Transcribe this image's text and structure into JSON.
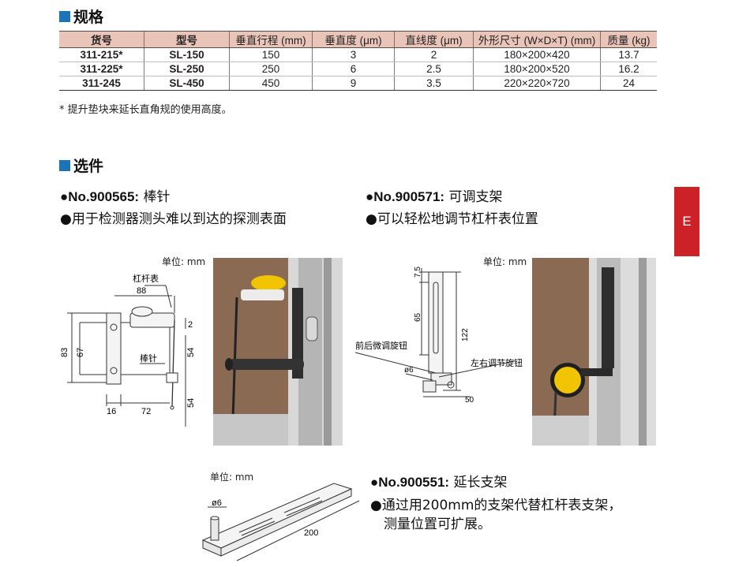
{
  "sections": {
    "spec_title": "规格",
    "options_title": "选件"
  },
  "spec_table": {
    "headers": [
      "货号",
      "型号",
      "垂直行程 (mm)",
      "垂直度 (μm)",
      "直线度 (μm)",
      "外形尺寸 (W×D×T) (mm)",
      "质量 (kg)"
    ],
    "rows": [
      [
        "311-215*",
        "SL-150",
        "150",
        "3",
        "2",
        "180×200×420",
        "13.7"
      ],
      [
        "311-225*",
        "SL-250",
        "250",
        "6",
        "2.5",
        "180×200×520",
        "16.2"
      ],
      [
        "311-245",
        "SL-450",
        "450",
        "9",
        "3.5",
        "220×220×720",
        "24"
      ]
    ],
    "note": "* 提升垫块来延长直角规的使用高度。"
  },
  "options": [
    {
      "bullet": "●",
      "number": "No.900565:",
      "name": "棒针",
      "desc": "●用于检测器测头难以到达的探测表面"
    },
    {
      "bullet": "●",
      "number": "No.900571:",
      "name": "可调支架",
      "desc": "●可以轻松地调节杠杆表位置"
    },
    {
      "bullet": "●",
      "number": "No.900551:",
      "name": "延长支架",
      "desc_line1": "●通过用200mm的支架代替杠杆表支架，",
      "desc_line2": "测量位置可扩展。"
    }
  ],
  "diagrams": {
    "d1": {
      "unit": "单位: mm",
      "label_indicator": "杠杆表",
      "label_rod": "棒针",
      "dims": [
        "88",
        "2",
        "83",
        "67",
        "54",
        "54",
        "16",
        "72"
      ]
    },
    "d2": {
      "unit": "单位: mm",
      "label_fine": "前后微调旋钮",
      "label_lr": "左右调节旋钮",
      "dims": [
        "7.5",
        "65",
        "122",
        "ø6",
        "50"
      ]
    },
    "d3": {
      "unit": "单位: mm",
      "dims": [
        "ø6",
        "200"
      ]
    }
  },
  "side_tab": "E",
  "colors": {
    "accent_blue": "#1b74b8",
    "header_fill": "#e9c5b9",
    "tab_red": "#cc2127"
  }
}
